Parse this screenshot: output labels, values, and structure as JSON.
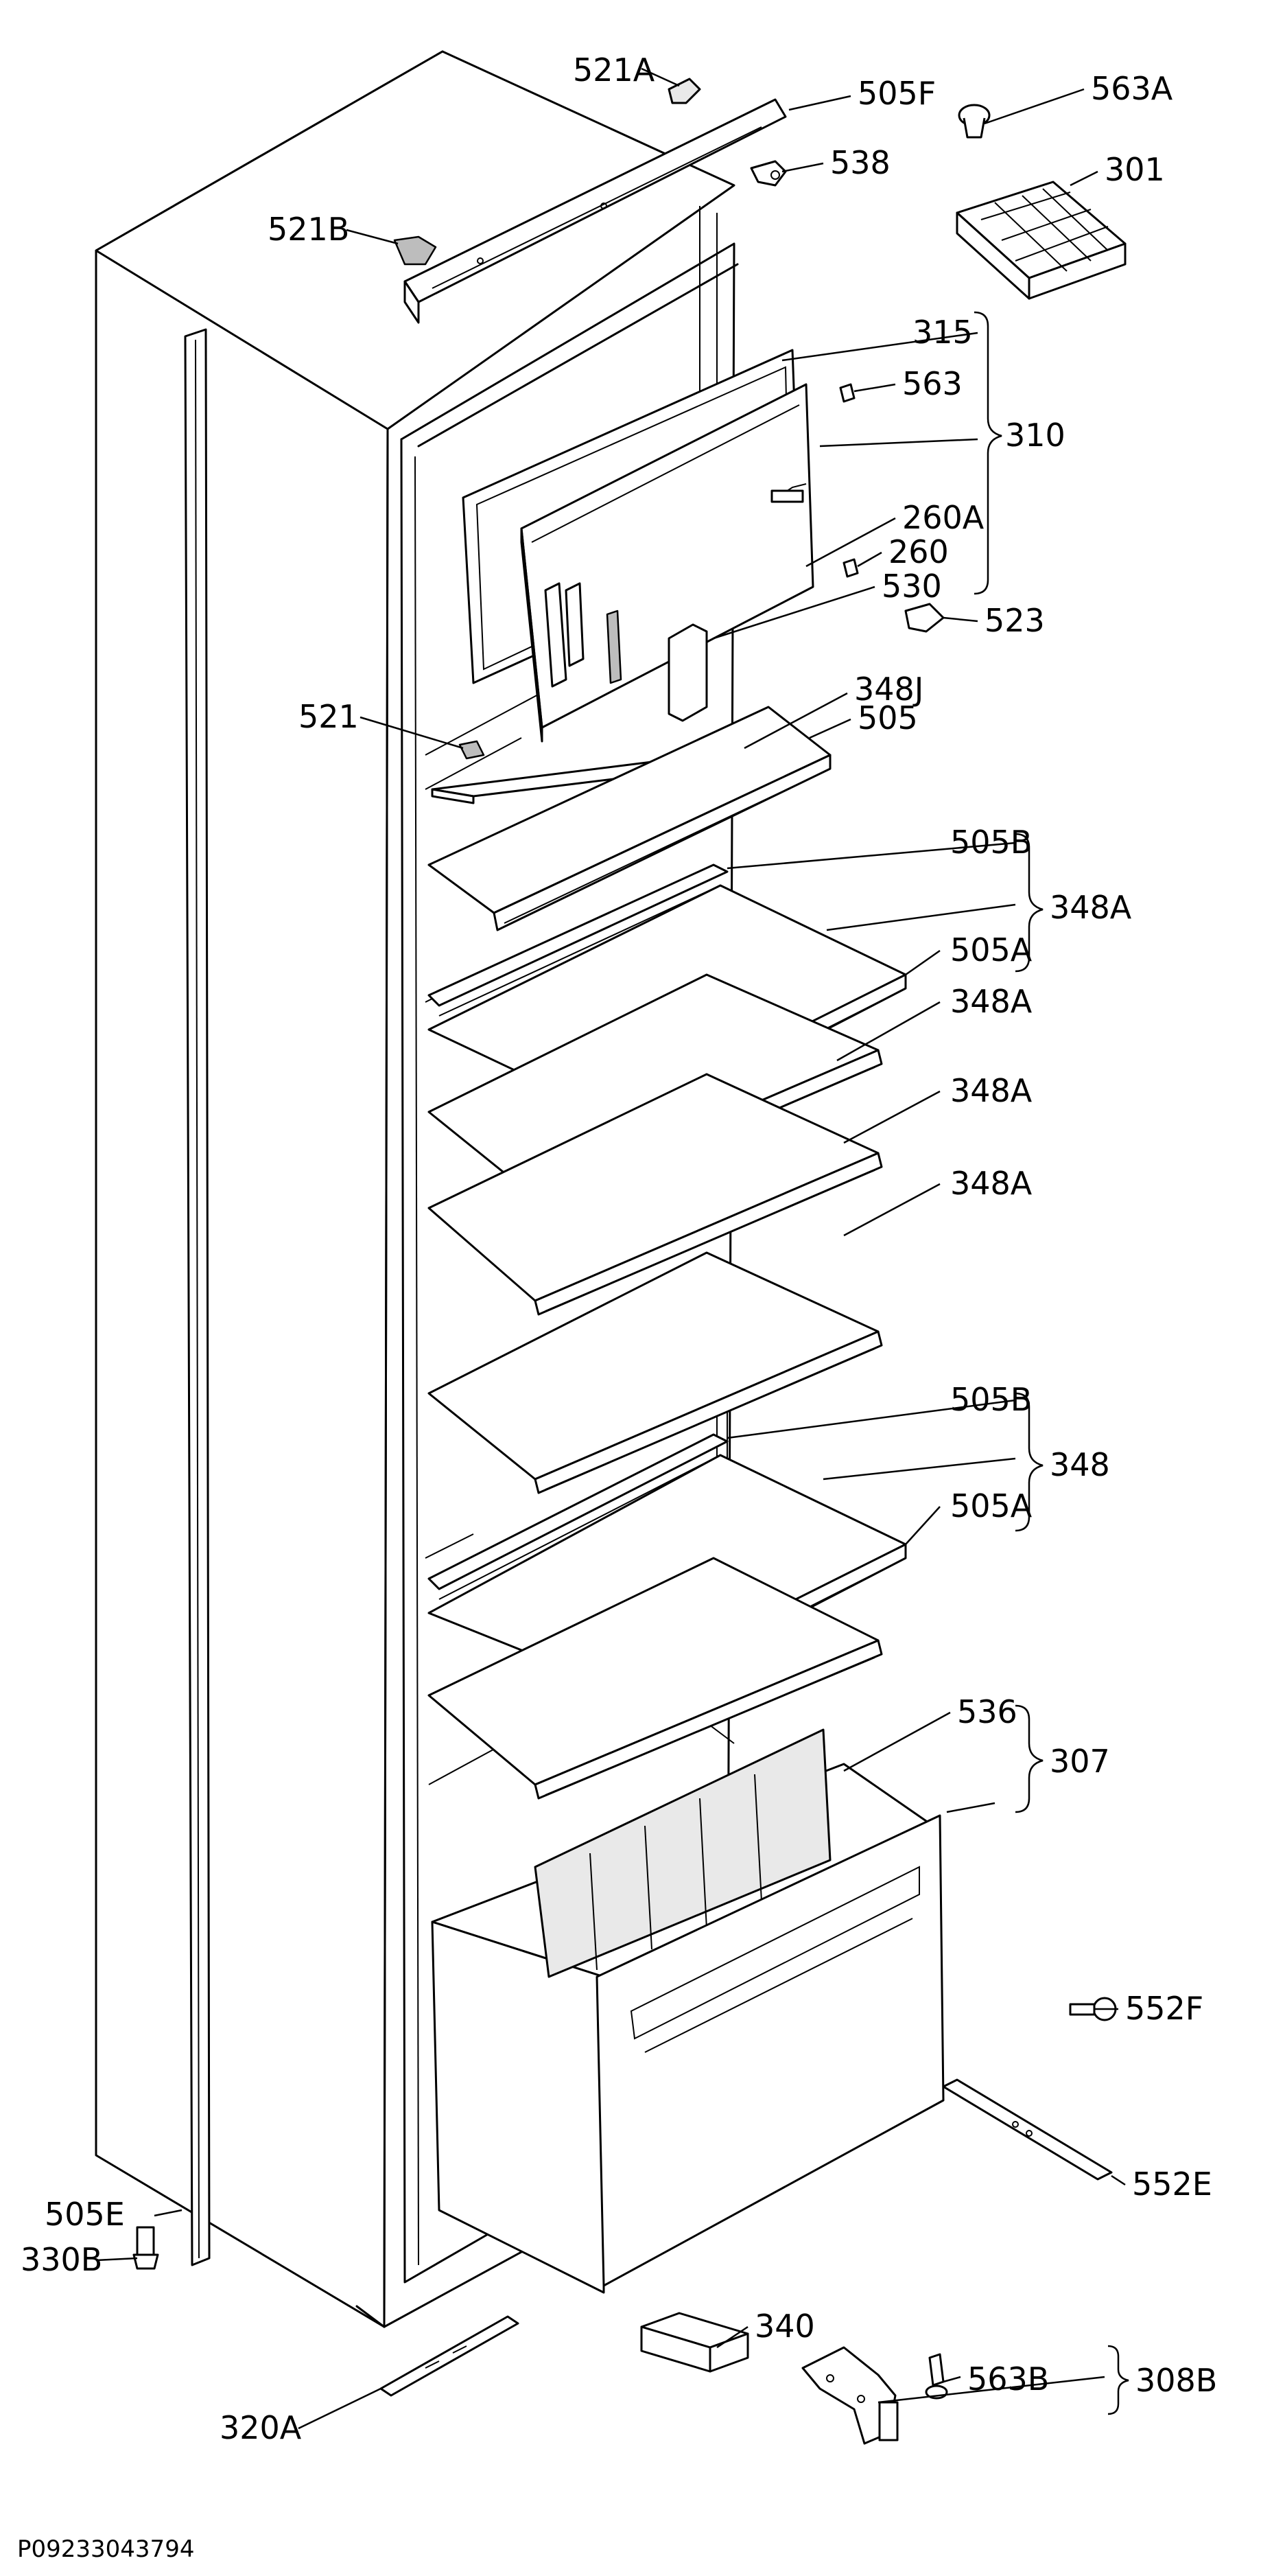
{
  "labels": {
    "l521A": "521A",
    "l505F": "505F",
    "l563A": "563A",
    "l538": "538",
    "l301": "301",
    "l521B": "521B",
    "l315": "315",
    "l563": "563",
    "l310": "310",
    "l260A": "260A",
    "l260": "260",
    "l530": "530",
    "l523": "523",
    "l521": "521",
    "l348J": "348J",
    "l505": "505",
    "l505B_1": "505B",
    "l348A_1": "348A",
    "l505A_1": "505A",
    "l348A_2": "348A",
    "l348A_3": "348A",
    "l348A_4": "348A",
    "l505B_2": "505B",
    "l348": "348",
    "l505A_2": "505A",
    "l536": "536",
    "l307": "307",
    "l552F": "552F",
    "l552E": "552E",
    "l505E": "505E",
    "l330B": "330B",
    "l340": "340",
    "l563B": "563B",
    "l308B": "308B",
    "l320A": "320A"
  },
  "footer_code": "P09233043794"
}
